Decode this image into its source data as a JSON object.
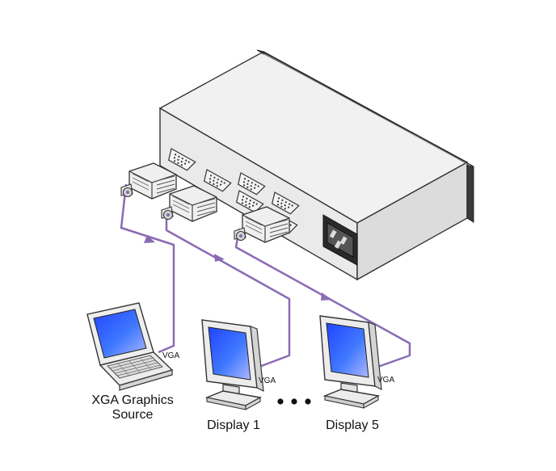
{
  "labels": {
    "source": [
      "XGA Graphics",
      "Source"
    ],
    "display_1": "Display 1",
    "display_5": "Display 5",
    "cable_source": "VGA",
    "cable_display_1": "VGA",
    "cable_display_5": "VGA"
  },
  "colors": {
    "cable": "#8a6bb4",
    "device_body": "#ededed",
    "outline": "#333333",
    "screen": "#2f64ff"
  }
}
